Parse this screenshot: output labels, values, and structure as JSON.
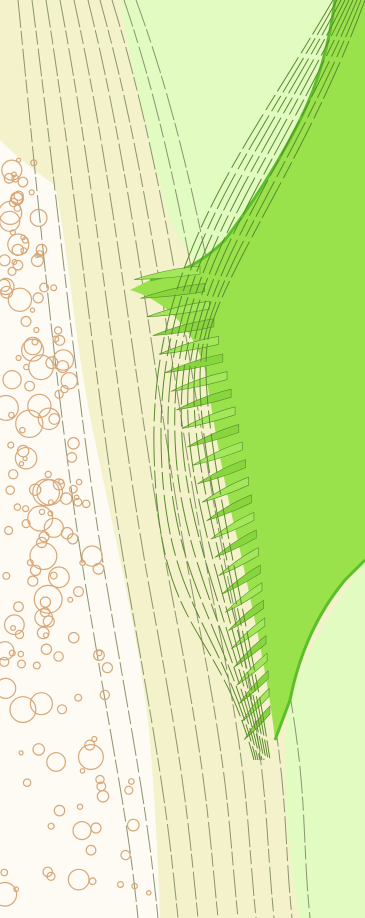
{
  "illustration": {
    "regions": [
      {
        "name": "background-fill",
        "color": "#e1fbc1"
      },
      {
        "name": "bubble-region",
        "color": "#fdfbf3",
        "bubble_color": "#d8a779"
      },
      {
        "name": "fibrous-band",
        "color": "#f3f2cb",
        "line_color": "#8b9470"
      },
      {
        "name": "green-blade",
        "color": "#99e24c",
        "line_color": "#5b8a2d"
      },
      {
        "name": "green-edge",
        "color": "#5cbf2a"
      }
    ]
  }
}
